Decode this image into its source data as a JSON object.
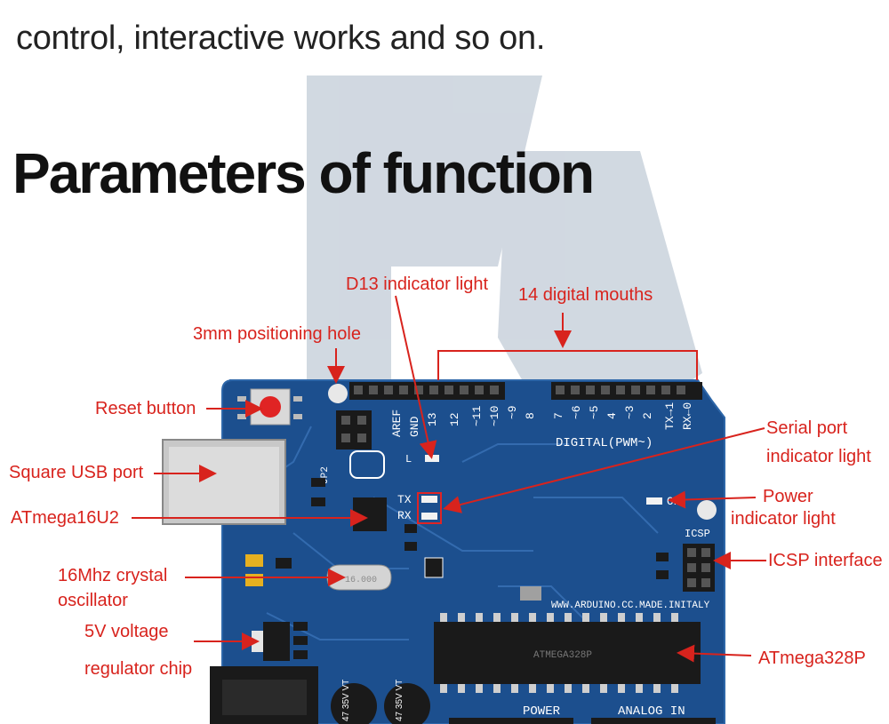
{
  "intro": {
    "text": "control, interactive works and so on."
  },
  "title": "Parameters of function",
  "colors": {
    "callout": "#d8231d",
    "board": "#1c4f8e",
    "watermark": "#c9d2dc"
  },
  "board_silkscreen": {
    "digital": "DIGITAL(PWM~)",
    "website": "WWW.ARDUINO.CC.MADE.INITALY",
    "icsp": "ICSP",
    "on": "ON",
    "tx": "TX",
    "rx": "RX",
    "aref": "AREF",
    "gnd": "GND",
    "power": "POWER",
    "analog_in": "ANALOG IN",
    "crystal": "16.000",
    "capacitor": "47 35V VT",
    "jp2": "JP2",
    "chip": "ATMEGA328P"
  },
  "callouts": {
    "d13_indicator": "D13 indicator light",
    "digital_mouths": "14 digital mouths",
    "positioning_hole": "3mm positioning hole",
    "reset_button": "Reset button",
    "usb_port": "Square USB port",
    "serial_indicator_1": "Serial port",
    "serial_indicator_2": "indicator light",
    "power_indicator_1": "Power",
    "power_indicator_2": "indicator light",
    "atmega16u2": "ATmega16U2",
    "icsp_interface": "ICSP interface",
    "crystal_1": "16Mhz crystal",
    "crystal_2": "oscillator",
    "regulator_1": "5V voltage",
    "regulator_2": "regulator chip",
    "atmega328p": "ATmega328P"
  }
}
